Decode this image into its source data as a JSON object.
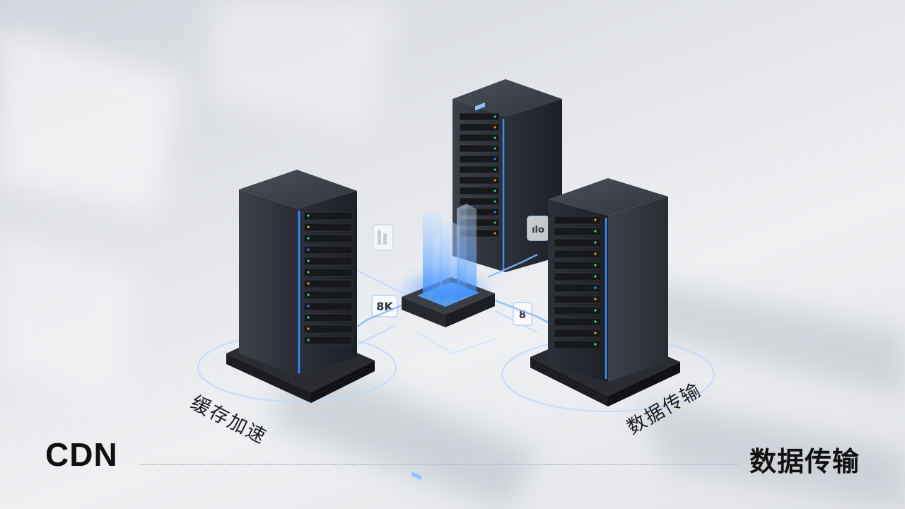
{
  "scene": {
    "label_left": "缓存加速",
    "label_right": "数据传输",
    "badge_left": "8K",
    "badge_right": "8",
    "badge_far_right": "ılo"
  },
  "footer": {
    "left_text": "CDN",
    "right_text": "数据传输"
  },
  "colors": {
    "accent": "#3a8dff",
    "server_body": "#2b2e35",
    "led_green": "#3ee07a",
    "led_orange": "#ff9a3c"
  }
}
